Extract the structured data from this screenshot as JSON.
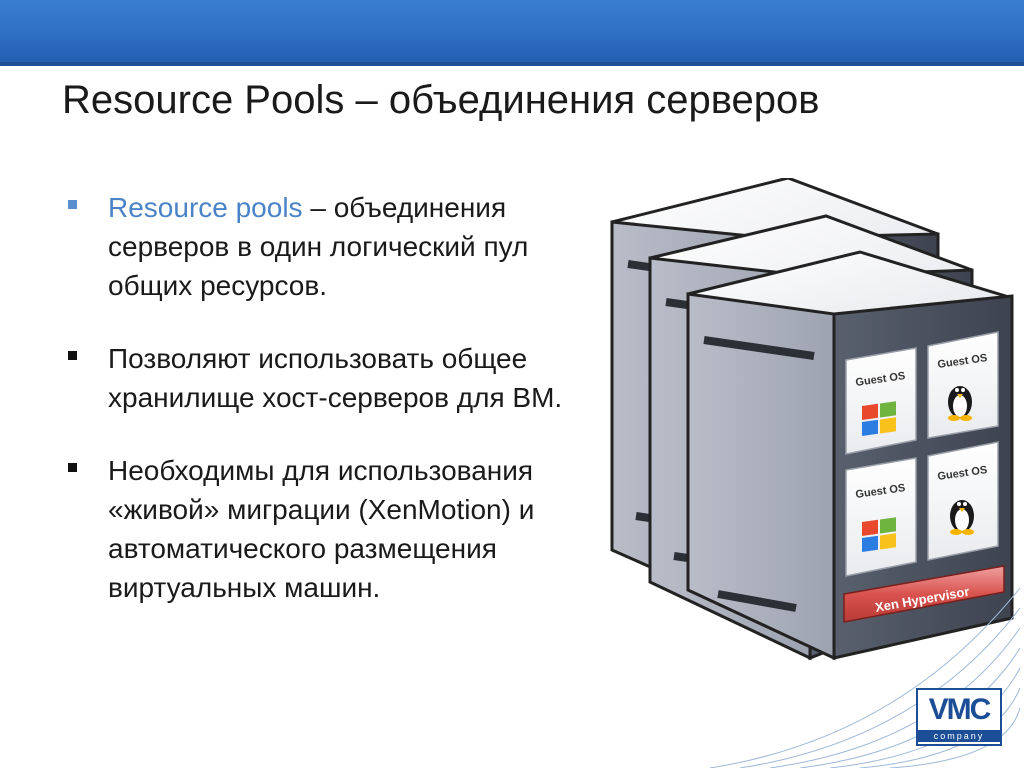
{
  "slide": {
    "title": "Resource Pools – объединения серверов",
    "bullets": [
      {
        "highlight": "Resource pools",
        "text": " – объединения серверов в один логический пул общих ресурсов."
      },
      {
        "text": "Позволяют использовать общее хранилище хост-серверов для ВМ."
      },
      {
        "text": "Необходимы для использования «живой» миграции (XenMotion) и автоматического размещения виртуальных машин."
      }
    ]
  },
  "diagram": {
    "guest_label": "Guest OS",
    "hypervisor_label": "Xen Hypervisor"
  },
  "logo": {
    "main": "VMC",
    "sub": "company"
  },
  "colors": {
    "header_blue": "#2e6fc4",
    "highlight_blue": "#4a83c8",
    "hypervisor_red": "#d9534f",
    "logo_blue": "#1b4e96"
  },
  "icons": {
    "bullet": "square-bullet",
    "guest_os": [
      "windows-logo-icon",
      "linux-tux-icon"
    ]
  }
}
